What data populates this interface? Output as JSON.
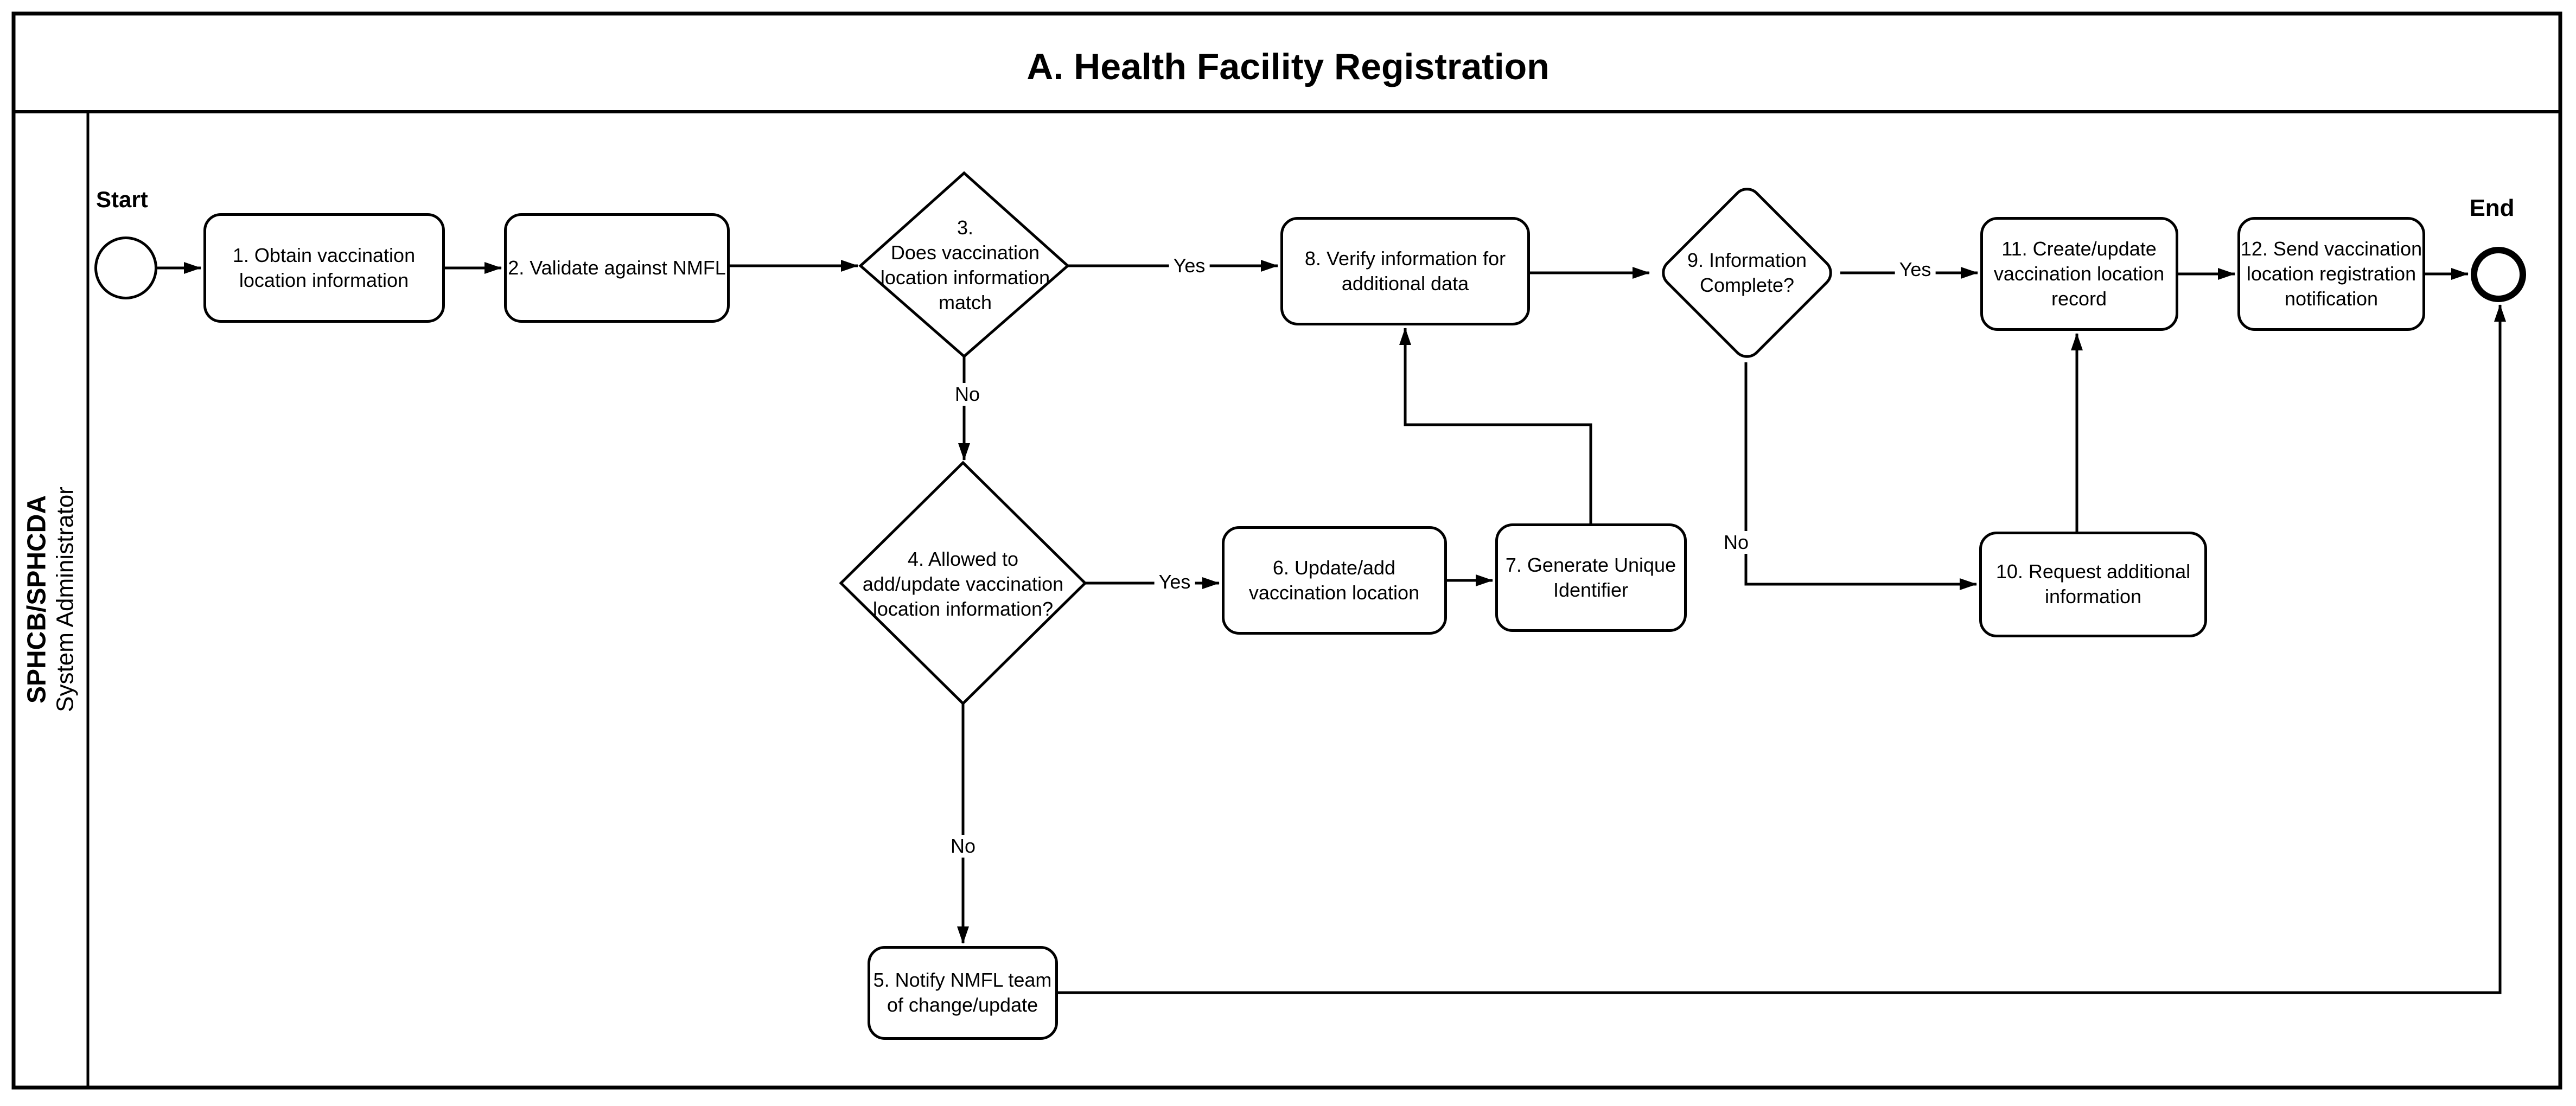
{
  "title": "A. Health Facility Registration",
  "lane": {
    "org": "SPHCB/SPHCDA",
    "role": "System Administrator"
  },
  "events": {
    "start_label": "Start",
    "end_label": "End"
  },
  "nodes": {
    "n1": {
      "label": "1. Obtain vaccination\nlocation information"
    },
    "n2": {
      "label": "2. Validate against NMFL"
    },
    "d3": {
      "label": "3.\nDoes vaccination\nlocation information\nmatch"
    },
    "d4": {
      "label": "4. Allowed to\nadd/update vaccination\nlocation information?"
    },
    "n5": {
      "label": "5. Notify NMFL team\nof change/update"
    },
    "n6": {
      "label": "6. Update/add\nvaccination location"
    },
    "n7": {
      "label": "7. Generate Unique\nIdentifier"
    },
    "n8": {
      "label": "8. Verify information for\nadditional data"
    },
    "d9": {
      "label": "9. Information\nComplete?"
    },
    "n10": {
      "label": "10. Request additional\ninformation"
    },
    "n11": {
      "label": "11. Create/update\nvaccination location\nrecord"
    },
    "n12": {
      "label": "12. Send vaccination\nlocation registration\nnotification"
    }
  },
  "edge_labels": {
    "d3_yes": "Yes",
    "d3_no": "No",
    "d4_yes": "Yes",
    "d4_no": "No",
    "d9_yes": "Yes",
    "d9_no": "No"
  },
  "colors": {
    "ink": "#000000",
    "background": "#ffffff"
  }
}
